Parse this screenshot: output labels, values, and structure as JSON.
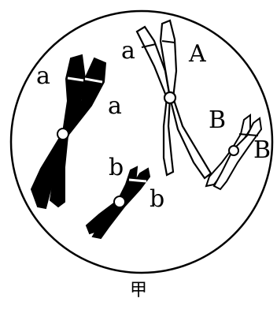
{
  "figure": {
    "caption": "甲",
    "colors": {
      "outline": "#000000",
      "fill_dark": "#000000",
      "fill_light": "#ffffff",
      "background": "#ffffff"
    },
    "cell": {
      "shape": "circle"
    },
    "chromosomes": [
      {
        "id": "large-dark",
        "fill": "dark",
        "shape": "X",
        "labels": [
          "a",
          "a"
        ]
      },
      {
        "id": "large-light",
        "fill": "light",
        "shape": "X",
        "labels": [
          "a",
          "A"
        ]
      },
      {
        "id": "small-dark",
        "fill": "dark",
        "shape": "X",
        "labels": [
          "b",
          "b"
        ]
      },
      {
        "id": "small-light",
        "fill": "light",
        "shape": "X",
        "labels": [
          "B",
          "B"
        ]
      }
    ]
  }
}
